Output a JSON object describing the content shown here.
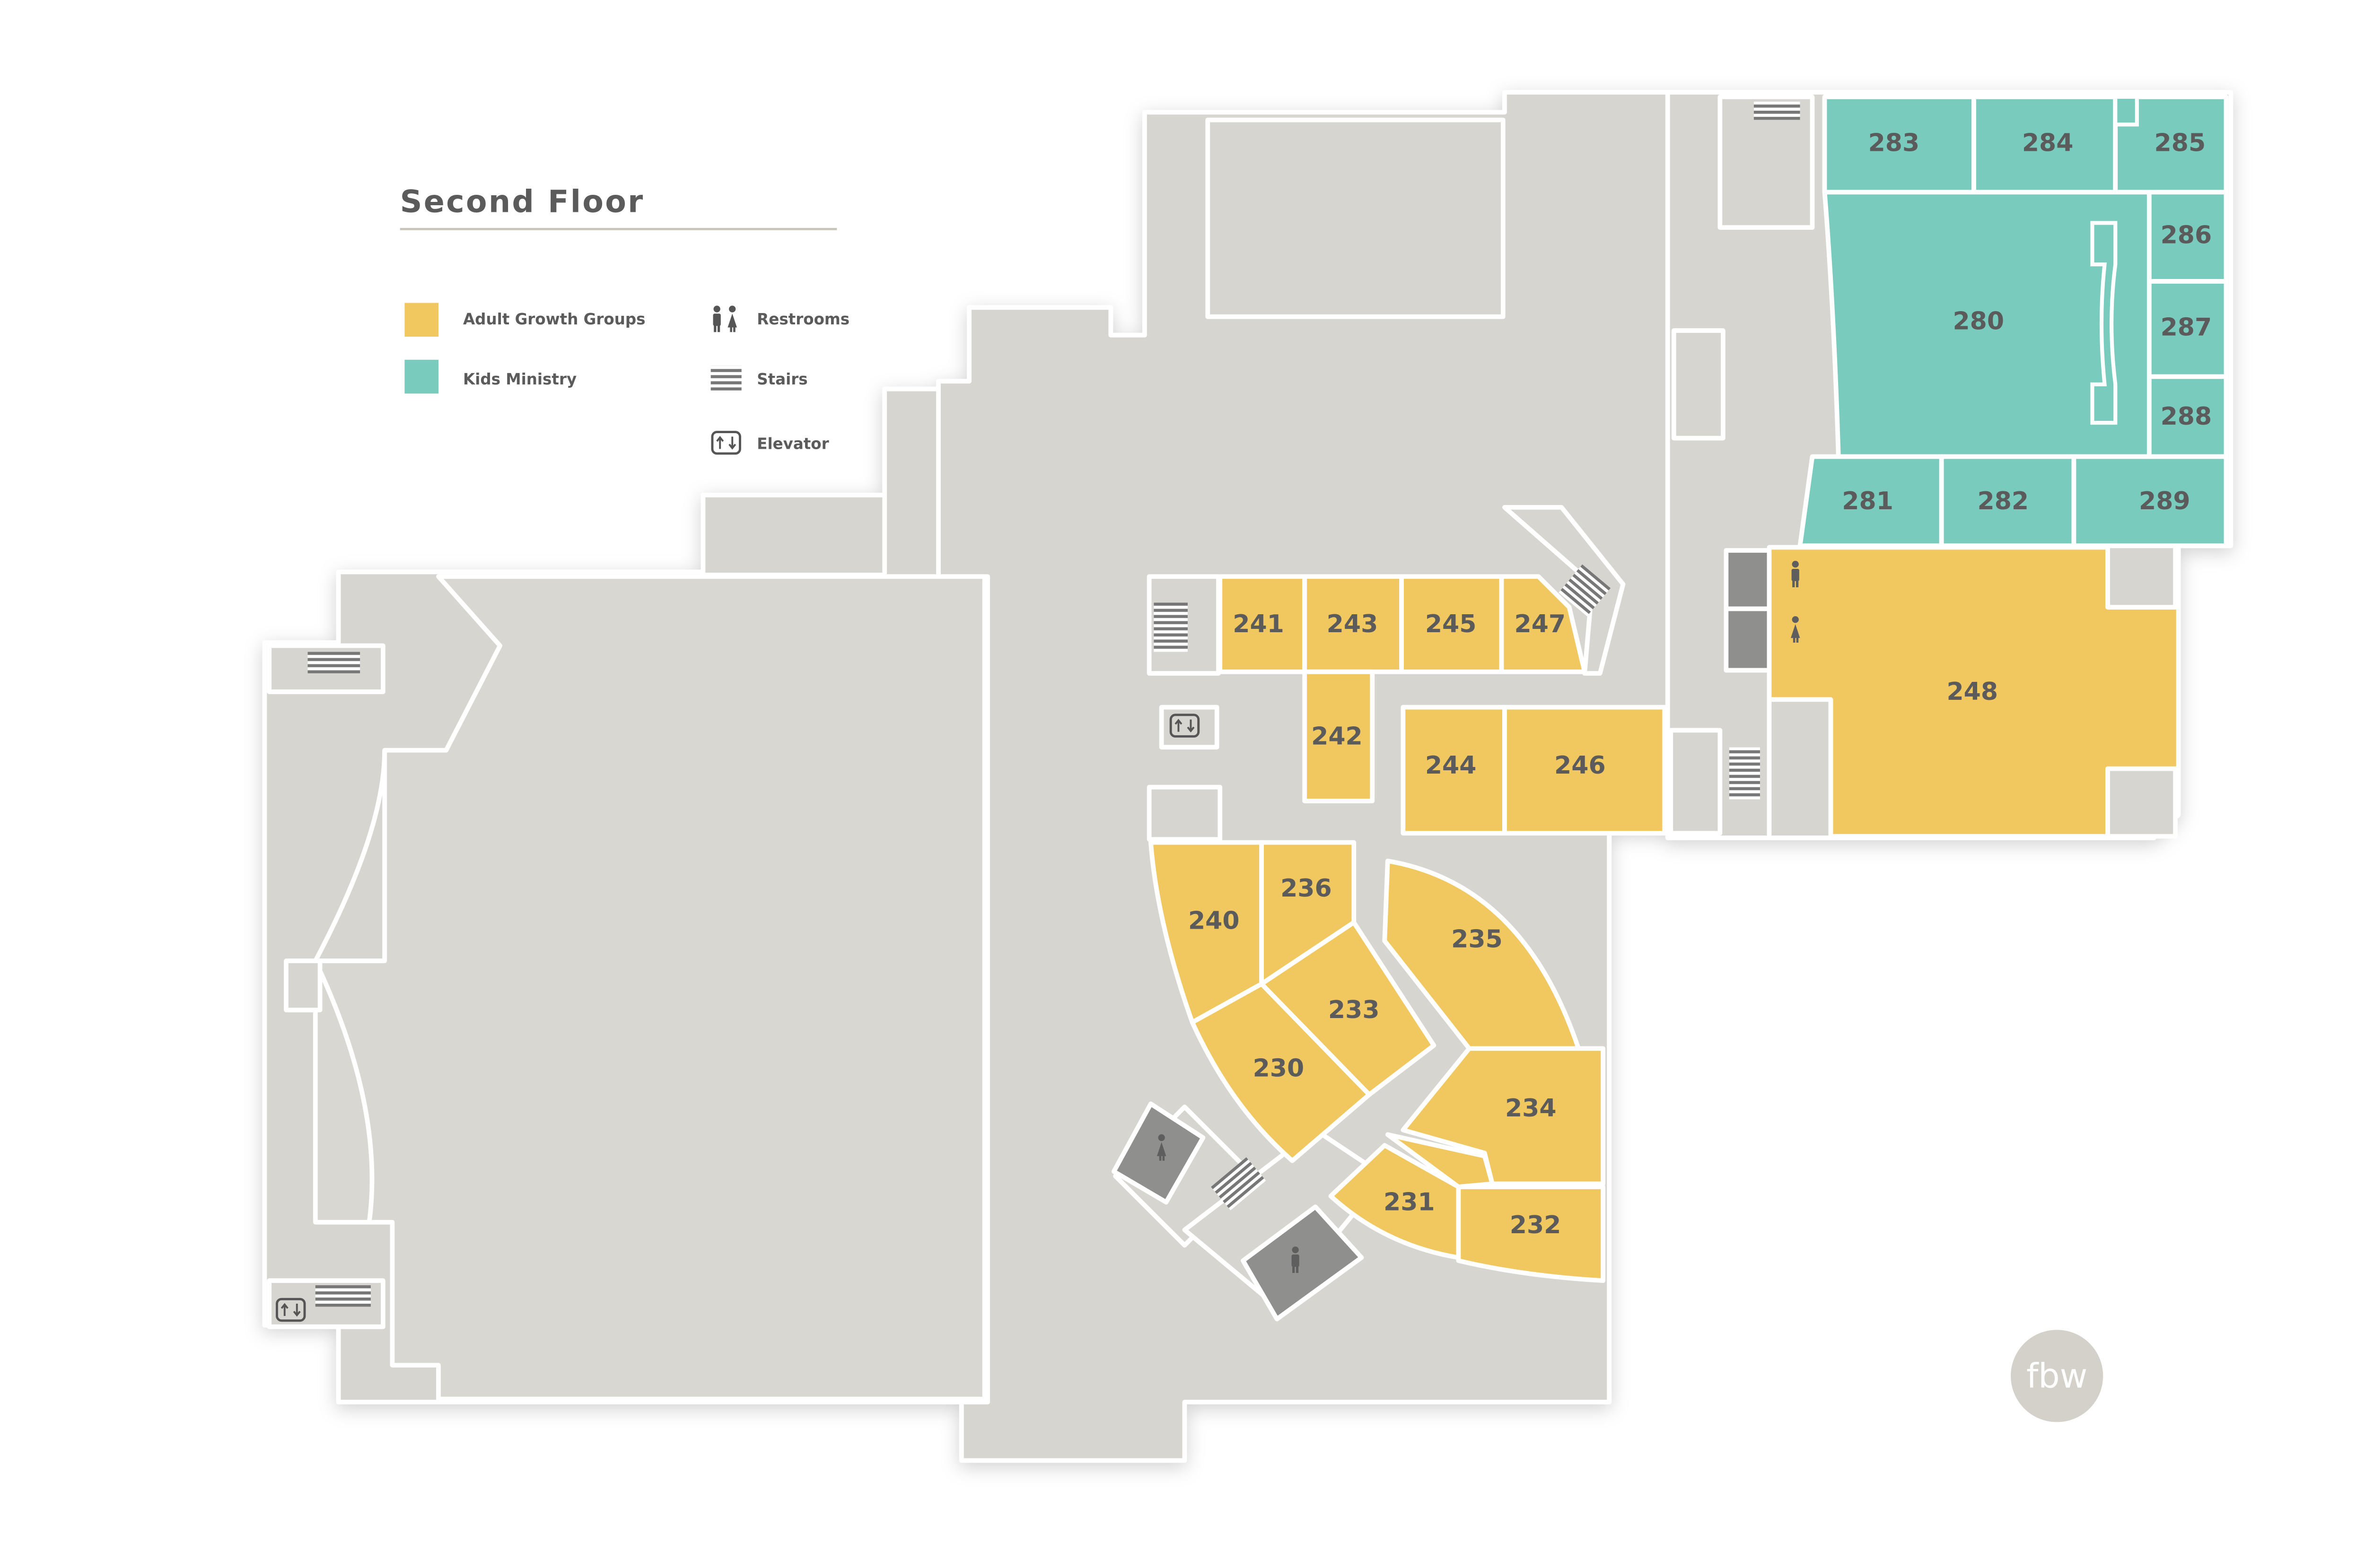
{
  "title": "Second Floor",
  "colors": {
    "adult": "#f1c75f",
    "kids": "#79cbbe",
    "base": "#d7d5cf",
    "service": "#8f8f8d",
    "logo": "#d3d1c9"
  },
  "legend": {
    "adult": "Adult Growth Groups",
    "kids": "Kids Ministry",
    "restrooms": "Restrooms",
    "stairs": "Stairs",
    "elevator": "Elevator"
  },
  "rooms": {
    "r230": "230",
    "r231": "231",
    "r232": "232",
    "r233": "233",
    "r234": "234",
    "r235": "235",
    "r236": "236",
    "r240": "240",
    "r241": "241",
    "r242": "242",
    "r243": "243",
    "r244": "244",
    "r245": "245",
    "r246": "246",
    "r247": "247",
    "r248": "248",
    "r280": "280",
    "r281": "281",
    "r282": "282",
    "r283": "283",
    "r284": "284",
    "r285": "285",
    "r286": "286",
    "r287": "287",
    "r288": "288",
    "r289": "289"
  },
  "room_categories": {
    "adult": [
      "230",
      "231",
      "232",
      "233",
      "234",
      "235",
      "236",
      "240",
      "241",
      "242",
      "243",
      "244",
      "245",
      "246",
      "247",
      "248"
    ],
    "kids": [
      "280",
      "281",
      "282",
      "283",
      "284",
      "285",
      "286",
      "287",
      "288",
      "289"
    ]
  },
  "logo": "fbw",
  "icons": {
    "restroom": "restroom-people-icon",
    "stairs": "stairs-icon",
    "elevator": "elevator-icon"
  }
}
